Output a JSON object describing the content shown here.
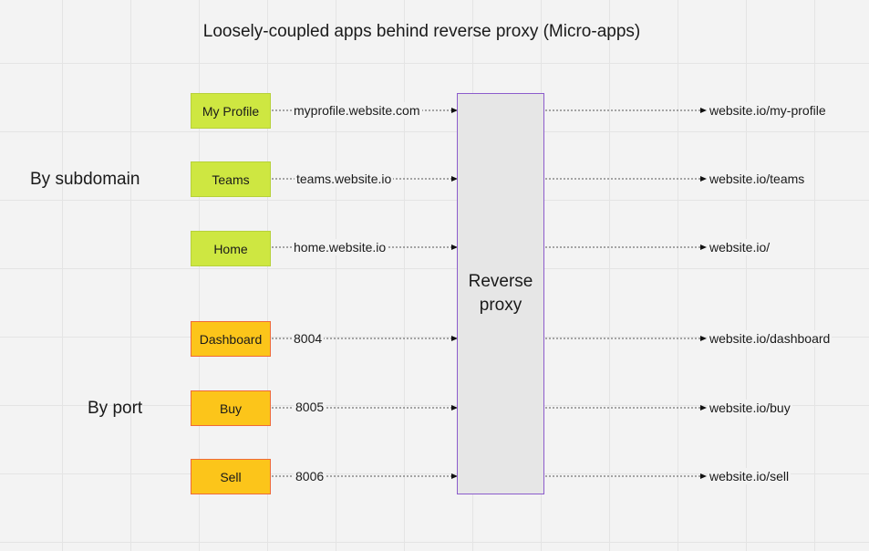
{
  "title": "Loosely-coupled apps behind reverse proxy (Micro-apps)",
  "groups": {
    "subdomain": "By subdomain",
    "port": "By port"
  },
  "proxy": {
    "label": "Reverse proxy"
  },
  "colors": {
    "subdomain_app_fill": "#cee741",
    "port_app_fill": "#fcc51a",
    "port_app_border": "#ef6a3a",
    "proxy_fill": "#e6e6e6",
    "proxy_border": "#8c5ccc"
  },
  "apps": [
    {
      "name": "My Profile",
      "source": "myprofile.website.com",
      "route": "website.io/my-profile"
    },
    {
      "name": "Teams",
      "source": "teams.website.io",
      "route": "website.io/teams"
    },
    {
      "name": "Home",
      "source": "home.website.io",
      "route": "website.io/"
    },
    {
      "name": "Dashboard",
      "source": "8004",
      "route": "website.io/dashboard"
    },
    {
      "name": "Buy",
      "source": "8005",
      "route": "website.io/buy"
    },
    {
      "name": "Sell",
      "source": "8006",
      "route": "website.io/sell"
    }
  ]
}
